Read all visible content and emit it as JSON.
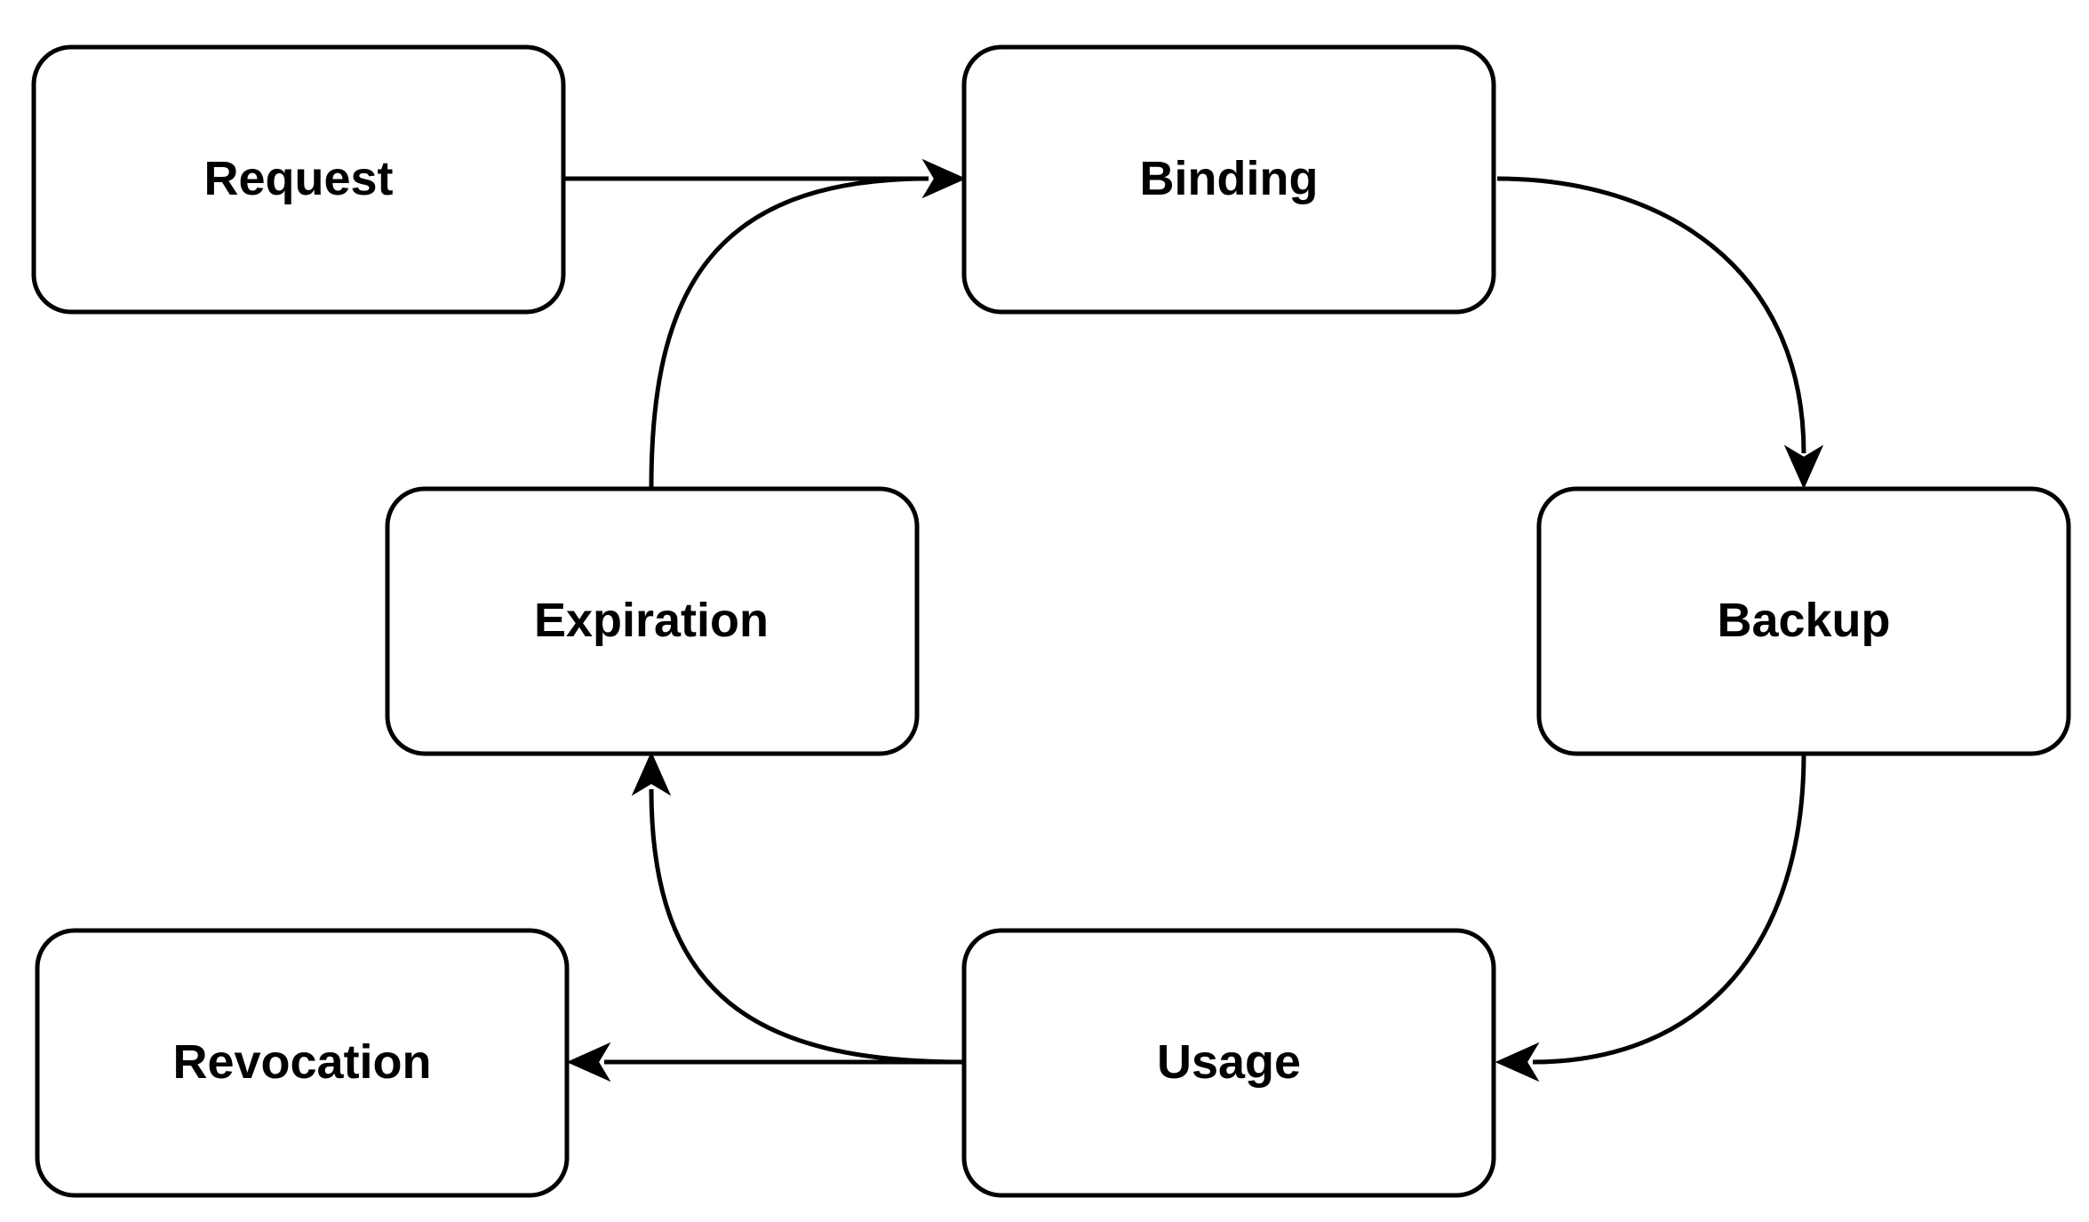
{
  "diagram": {
    "nodes": {
      "request": "Request",
      "binding": "Binding",
      "backup": "Backup",
      "expiration": "Expiration",
      "usage": "Usage",
      "revocation": "Revocation"
    },
    "edges": [
      {
        "from": "Request",
        "to": "Binding"
      },
      {
        "from": "Binding",
        "to": "Backup"
      },
      {
        "from": "Backup",
        "to": "Usage"
      },
      {
        "from": "Usage",
        "to": "Expiration"
      },
      {
        "from": "Usage",
        "to": "Revocation"
      },
      {
        "from": "Expiration",
        "to": "Binding"
      }
    ],
    "colors": {
      "stroke": "#000000",
      "fill": "#ffffff",
      "text": "#000000"
    }
  }
}
